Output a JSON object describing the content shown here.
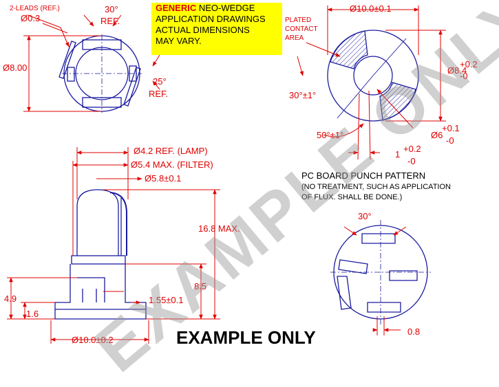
{
  "notice": {
    "highlight": "GENERIC",
    "line1_rest": " NEO-WEDGE",
    "line2": "APPLICATION DRAWINGS",
    "line3": "ACTUAL DIMENSIONS",
    "line4": "MAY VARY."
  },
  "top_left_view": {
    "leads": "2-LEADS (REF.)",
    "d_small": "Ø0.3",
    "angle_top": "30°",
    "angle_top_ref": "REF.",
    "diameter": "Ø8.00",
    "angle_right": "25°",
    "angle_right_ref": "REF."
  },
  "top_right_view": {
    "plated_1": "PLATED",
    "plated_2": "CONTACT",
    "plated_3": "AREA",
    "diameter": "Ø10.0±0.1",
    "d_inner": "Ø8.4",
    "d_inner_tol_plus": "+0.2",
    "d_inner_tol_minus": "-0",
    "angle_30": "30°±1°",
    "angle_50": "50°±1°",
    "d_6": "Ø6",
    "d_6_tol_plus": "+0.1",
    "d_6_tol_minus": "-0",
    "slot_w": "1",
    "slot_tol_plus": "+0.2",
    "slot_tol_minus": "-0"
  },
  "side_view": {
    "lamp": "Ø4.2 REF. (LAMP)",
    "filter": "Ø5.4 MAX. (FILTER)",
    "d_58": "Ø5.8±0.1",
    "height": "16.8 MAX.",
    "h_85": "8.5",
    "w_155": "1.55±0.1",
    "h_49": "4.9",
    "h_16": "1.6",
    "base": "Ø10.0±0.2"
  },
  "punch_pattern": {
    "title": "PC BOARD PUNCH PATTERN",
    "note1": "(NO TREATMENT, SUCH AS APPLICATION",
    "note2": "OF FLUX. SHALL BE DONE.)",
    "angle": "30°",
    "width": "0.8"
  },
  "footer": "EXAMPLE ONLY",
  "watermark": "EXAMPLE ONLY"
}
